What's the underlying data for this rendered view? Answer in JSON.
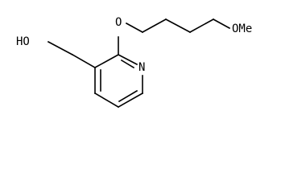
{
  "molecule": {
    "atoms": {
      "hydroxyl": "HO",
      "ether_oxygen": "O",
      "methoxy": "OMe",
      "ring_nitrogen": "N"
    },
    "colors": {
      "bond": "#000000",
      "label": "#000000",
      "background": "#ffffff"
    }
  }
}
